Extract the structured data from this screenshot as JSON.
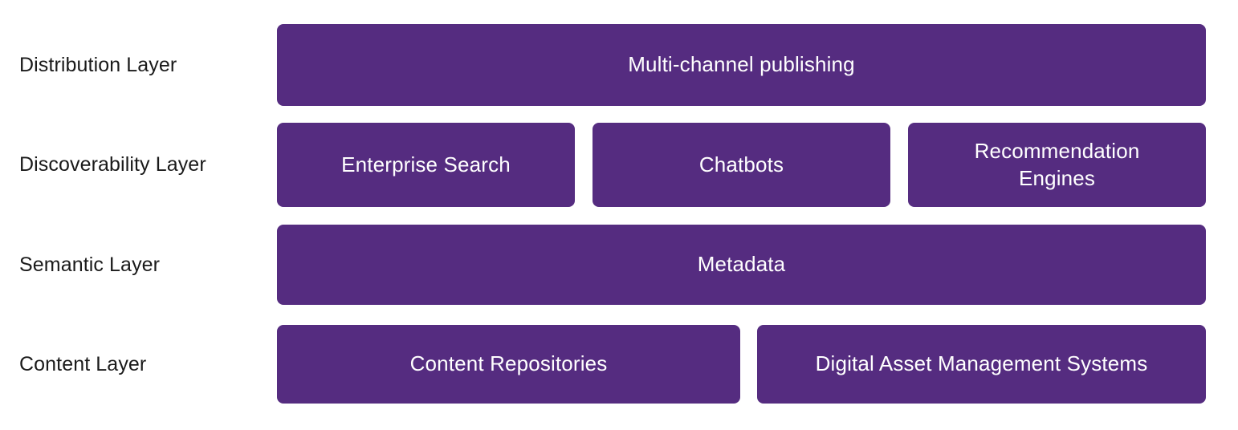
{
  "theme": {
    "background": "#ffffff",
    "box_fill": "#552C80",
    "box_text_color": "#ffffff",
    "label_text_color": "#1a1a1a"
  },
  "diagram": {
    "type": "layered-stack",
    "layers": [
      {
        "label": "Distribution Layer",
        "boxes": [
          {
            "text": "Multi-channel publishing"
          }
        ]
      },
      {
        "label": "Discoverability Layer",
        "boxes": [
          {
            "text": "Enterprise Search"
          },
          {
            "text": "Chatbots"
          },
          {
            "text": "Recommendation Engines"
          }
        ]
      },
      {
        "label": "Semantic Layer",
        "boxes": [
          {
            "text": "Metadata"
          }
        ]
      },
      {
        "label": "Content Layer",
        "boxes": [
          {
            "text": "Content Repositories"
          },
          {
            "text": "Digital Asset Management Systems"
          }
        ]
      }
    ]
  }
}
